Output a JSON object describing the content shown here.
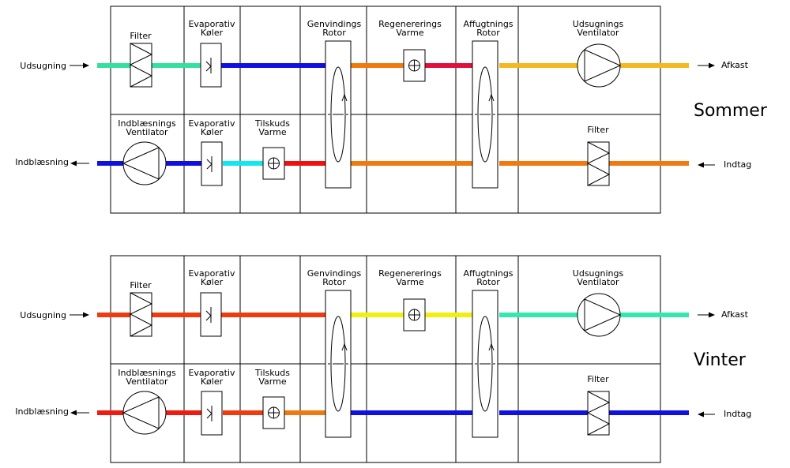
{
  "summer": {
    "title": "Sommer",
    "headers": {
      "filter_top": [
        "Filter"
      ],
      "evap_top": [
        "Evaporativ",
        "Køler"
      ],
      "rotor": [
        "Genvindings",
        "Rotor"
      ],
      "regen": [
        "Regenererings",
        "Varme"
      ],
      "affugt": [
        "Affugtnings",
        "Rotor"
      ],
      "exhaust_fan": [
        "Udsugnings",
        "Ventilator"
      ],
      "supply_fan": [
        "Indblæsnings",
        "Ventilator"
      ],
      "evap_bottom": [
        "Evaporativ",
        "Køler"
      ],
      "extra_heat": [
        "Tilskuds",
        "Varme"
      ],
      "filter_bottom": [
        "Filter"
      ]
    },
    "left_top": "Udsugning",
    "left_bottom": "Indblæsning",
    "right_top": "Afkast",
    "right_bottom": "Indtag",
    "colors": {
      "top": [
        "#33e0a0",
        "#33e0a0",
        "#1010e0",
        "#f07a10",
        "#e0103a",
        "#f4b820"
      ],
      "bottom": [
        "#1010e0",
        "#1010e0",
        "#10e8f0",
        "#f01010",
        "#f07a10",
        "#f07a10"
      ]
    }
  },
  "winter": {
    "title": "Vinter",
    "headers": {
      "filter_top": [
        "Filter"
      ],
      "evap_top": [
        "Evaporativ",
        "Køler"
      ],
      "rotor": [
        "Genvindings",
        "Rotor"
      ],
      "regen": [
        "Regenererings",
        "Varme"
      ],
      "affugt": [
        "Affugtnings",
        "Rotor"
      ],
      "exhaust_fan": [
        "Udsugnings",
        "Ventilator"
      ],
      "supply_fan": [
        "Indblæsnings",
        "Ventilator"
      ],
      "evap_bottom": [
        "Evaporativ",
        "Køler"
      ],
      "extra_heat": [
        "Tilskuds",
        "Varme"
      ],
      "filter_bottom": [
        "Filter"
      ]
    },
    "left_top": "Udsugning",
    "left_bottom": "Indblæsning",
    "right_top": "Afkast",
    "right_bottom": "Indtag",
    "colors": {
      "top": [
        "#f03a10",
        "#f03a10",
        "#f03a10",
        "#f0f010",
        "#f0f010",
        "#33e8b0"
      ],
      "bottom": [
        "#f01a10",
        "#f01a10",
        "#f03a10",
        "#f07a10",
        "#1010e0",
        "#1010e0"
      ]
    }
  }
}
